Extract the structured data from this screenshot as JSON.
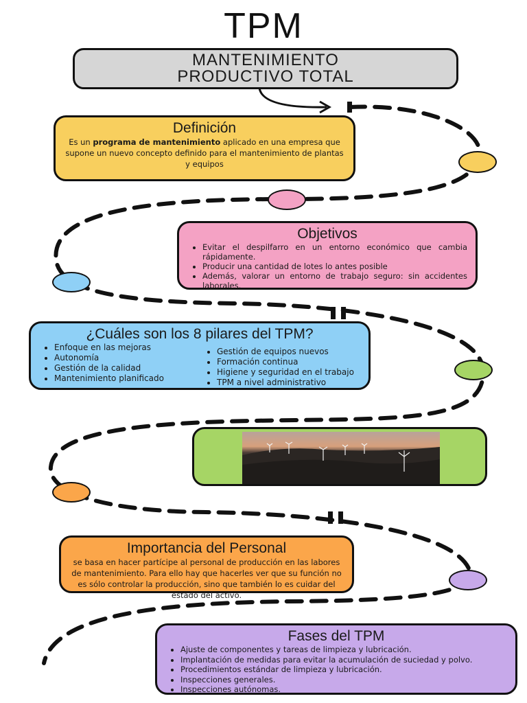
{
  "header": {
    "title": "TPM",
    "subtitle_line1": "MANTENIMIENTO",
    "subtitle_line2": "PRODUCTIVO TOTAL"
  },
  "definicion": {
    "heading": "Definición",
    "text_before": "Es un ",
    "text_bold": "programa de mantenimiento",
    "text_after": " aplicado en una empresa que supone un nuevo concepto definido para el mantenimiento de plantas y equipos"
  },
  "objetivos": {
    "heading": "Objetivos",
    "items": [
      "Evitar el despilfarro en un entorno económico que cambia rápidamente.",
      "Producir una cantidad de lotes lo antes posible",
      "Además, valorar un entorno de trabajo seguro: sin accidentes laborales."
    ]
  },
  "pilares": {
    "heading": "¿Cuáles son los 8 pilares del TPM?",
    "col1": [
      "Enfoque en las mejoras",
      "Autonomía",
      "Gestión de la calidad",
      "Mantenimiento planificado"
    ],
    "col2": [
      "Gestión de equipos nuevos",
      "Formación continua",
      "Higiene y seguridad en el trabajo",
      "TPM a nivel administrativo"
    ]
  },
  "importancia": {
    "heading": "Importancia del Personal",
    "text": "se basa en hacer partícipe al personal de producción en las labores de mantenimiento. Para ello hay que hacerles ver que su función no es sólo controlar la producción, sino que también lo es cuidar del estado del activo."
  },
  "fases": {
    "heading": "Fases del TPM",
    "items": [
      "Ajuste de componentes y tareas de limpieza y lubricación.",
      "Implantación de medidas para evitar la acumulación de suciedad y polvo.",
      "Procedimientos estándar de limpieza y lubricación.",
      "Inspecciones generales.",
      "Inspecciones autónomas."
    ]
  },
  "colors": {
    "yellow": "#f8cf5e",
    "pink": "#f4a2c4",
    "blue": "#8fd0f6",
    "green": "#a6d565",
    "orange": "#fba64a",
    "purple": "#c7a9ea",
    "gray": "#d6d6d6"
  }
}
